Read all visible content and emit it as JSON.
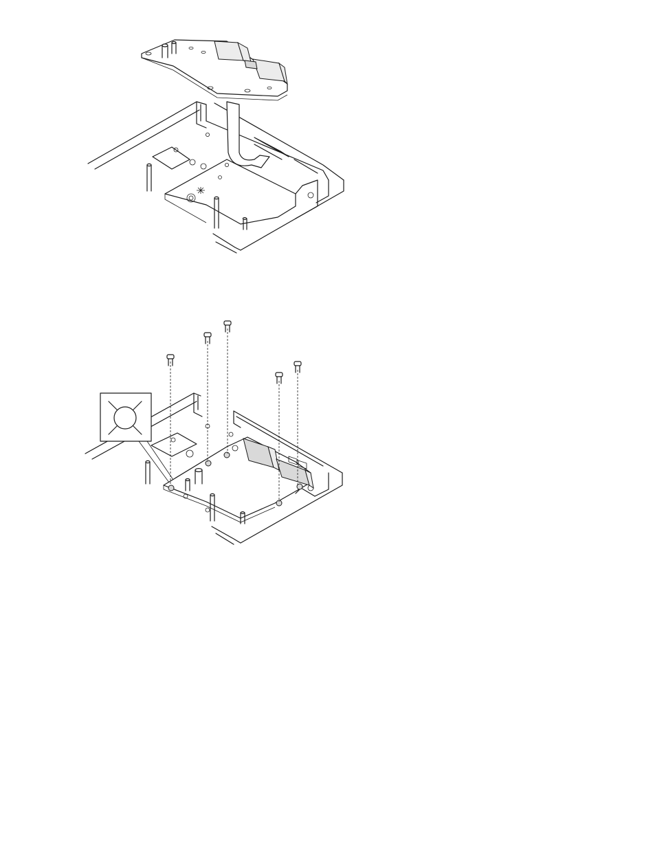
{
  "document": {
    "figures": [
      {
        "id": "figure-1",
        "icons": [
          "board-lift-arrow",
          "system-board",
          "server-chassis"
        ]
      },
      {
        "id": "figure-2",
        "icons": [
          "screw",
          "system-board",
          "server-chassis",
          "screw-hole-callout"
        ]
      }
    ],
    "screw_count": 5,
    "colors": {
      "line": "#1a1a1a",
      "shade": "#d9d9d9",
      "background": "#ffffff"
    }
  }
}
